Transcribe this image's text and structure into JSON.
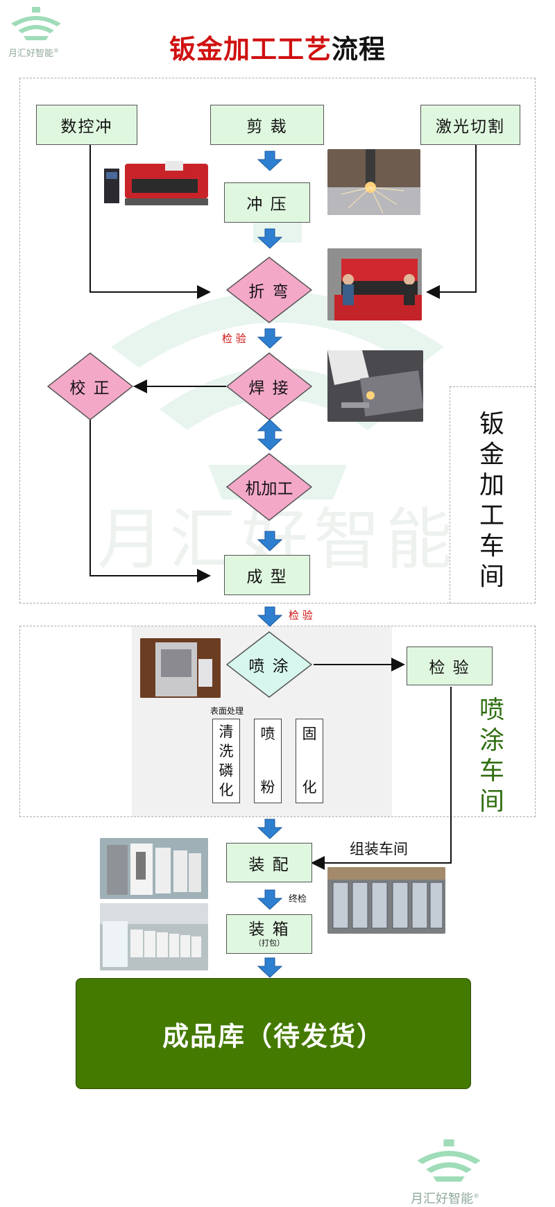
{
  "brand": {
    "name": "月汇好智能",
    "reg_mark": "®",
    "watermark_text": "月汇好智能"
  },
  "title": {
    "part1": "钣金加工工艺",
    "part2": "流程",
    "color1": "#d01010",
    "color2": "#111111"
  },
  "colors": {
    "process_box": "#dff7df",
    "decision": "#f4a8c8",
    "spray_decision": "#d6f6ee",
    "arrow": "#2e7fd0",
    "final_box": "#457a00",
    "spray_label": "#2f6e10"
  },
  "nodes": {
    "cnc_punch": "数控冲",
    "shearing": "剪  裁",
    "laser": "激光切割",
    "stamping": "冲  压",
    "bending": "折  弯",
    "welding": "焊  接",
    "correction": "校  正",
    "machining": "机加工",
    "forming": "成  型",
    "spraying": "喷  涂",
    "inspection": "检  验",
    "assembly": "装  配",
    "packing": "装  箱",
    "packing_sub": "（打包）",
    "warehouse": "成品库（待发货）"
  },
  "annotations": {
    "inspect1": "检 验",
    "inspect2": "检 验",
    "final_inspect": "终检",
    "assembly_shop": "组装车间",
    "surface": "表面处理"
  },
  "surface_steps": [
    {
      "chars": [
        "清",
        "洗",
        "磷",
        "化"
      ]
    },
    {
      "chars": [
        "喷",
        "粉"
      ]
    },
    {
      "chars": [
        "固",
        "化"
      ]
    }
  ],
  "workshops": {
    "sheet_metal": [
      "钣",
      "金",
      "加",
      "工",
      "车",
      "间"
    ],
    "spray": [
      "喷",
      "涂",
      "车",
      "间"
    ]
  }
}
